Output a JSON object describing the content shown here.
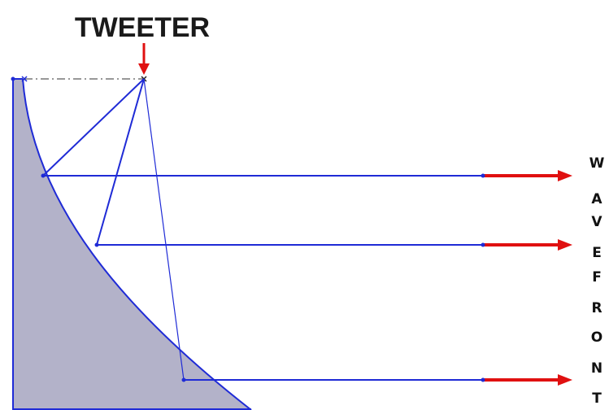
{
  "title": "TWEETER",
  "wavefront_letters": [
    "W",
    "A",
    "V",
    "E",
    "F",
    "R",
    "O",
    "N",
    "T"
  ],
  "colors": {
    "ray": "#1f2bd6",
    "arrow": "#e01010",
    "horn_fill": "#b3b2c9",
    "outline": "#1f2bd6",
    "construction": "#777777"
  }
}
